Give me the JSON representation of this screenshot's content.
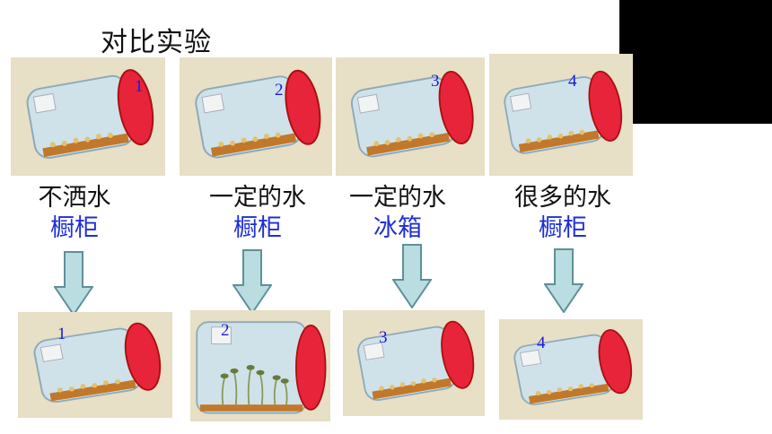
{
  "title": "对比实验",
  "colors": {
    "label_blue": "#1f2fd6",
    "number_blue": "#1a1ad6",
    "lid_red": "#e8243a",
    "arrow_fill": "#b9dde0",
    "arrow_stroke": "#5f8f99"
  },
  "top_jars": [
    {
      "number": "1",
      "state": "seeds"
    },
    {
      "number": "2",
      "state": "seeds"
    },
    {
      "number": "3",
      "state": "seeds"
    },
    {
      "number": "4",
      "state": "seeds"
    }
  ],
  "conditions": [
    {
      "water": "不洒水",
      "place": "橱柜"
    },
    {
      "water": "一定的水",
      "place": "橱柜"
    },
    {
      "water": "一定的水",
      "place": "冰箱"
    },
    {
      "water": "很多的水",
      "place": "橱柜"
    }
  ],
  "bottom_jars": [
    {
      "number": "1",
      "state": "seeds"
    },
    {
      "number": "2",
      "state": "sprouted"
    },
    {
      "number": "3",
      "state": "seeds"
    },
    {
      "number": "4",
      "state": "seeds"
    }
  ],
  "icons": {
    "arrow": "down-arrow-icon",
    "jar": "glass-jar-icon"
  }
}
